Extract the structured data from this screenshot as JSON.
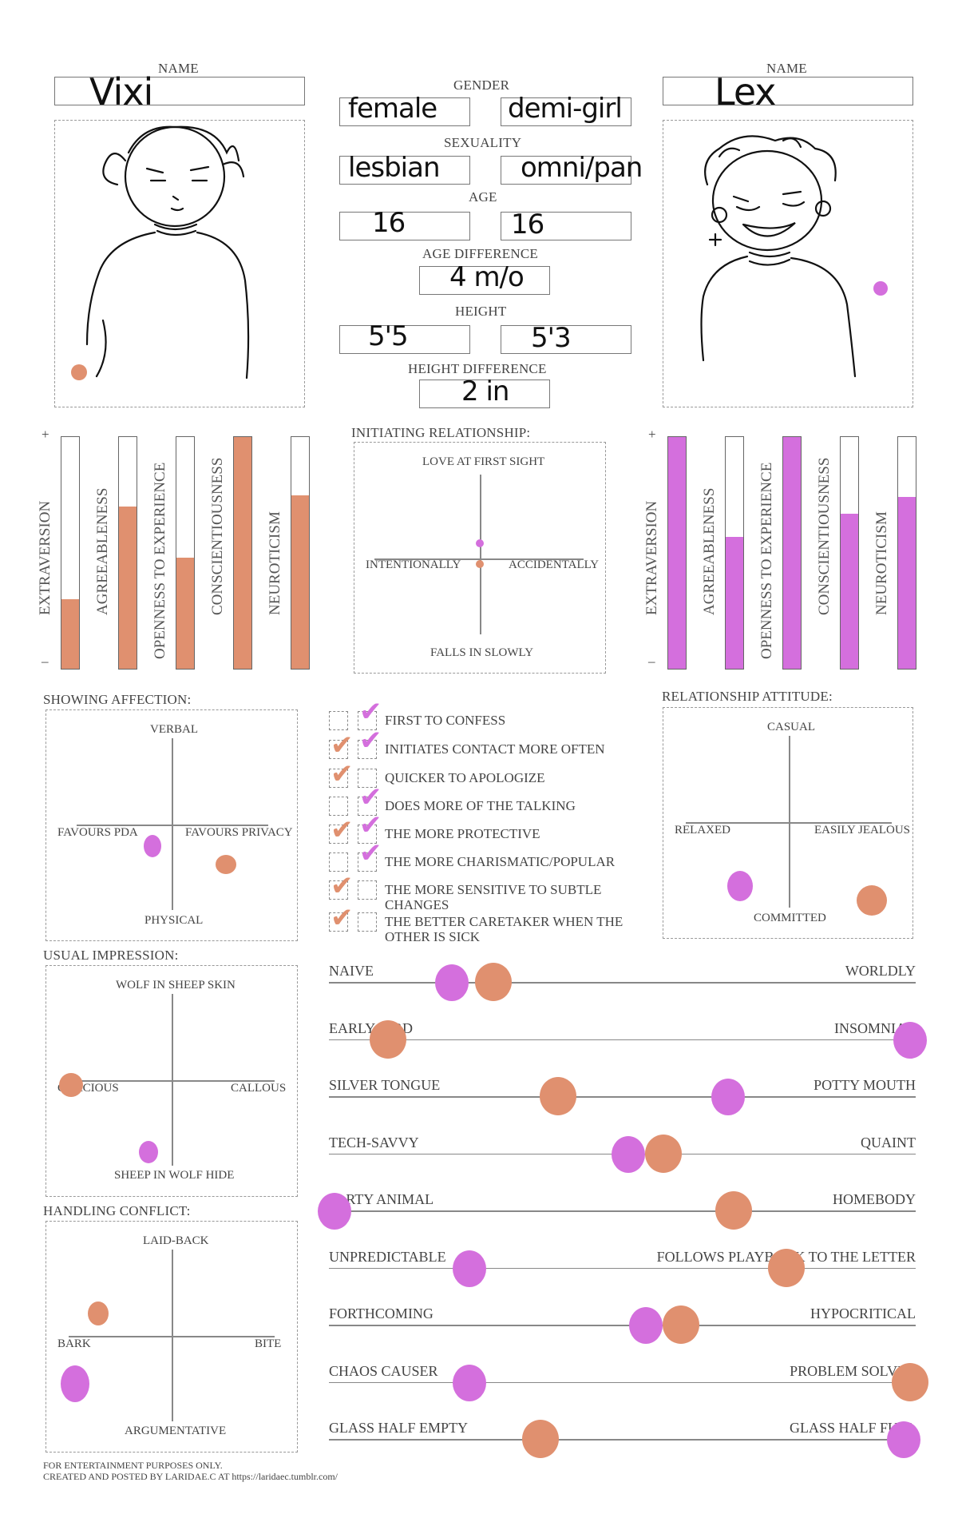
{
  "colors": {
    "orange": "#e0906f",
    "purple": "#d46fdd"
  },
  "left": {
    "name_label": "NAME",
    "name": "Vixi"
  },
  "right": {
    "name_label": "NAME",
    "name": "Lex"
  },
  "center": {
    "gender_label": "GENDER",
    "gender_left": "female",
    "gender_right": "demi-girl",
    "sexuality_label": "SEXUALITY",
    "sexuality_left": "lesbian",
    "sexuality_right": "omni/pan",
    "age_label": "AGE",
    "age_left": "16",
    "age_right": "16",
    "age_diff_label": "AGE DIFFERENCE",
    "age_diff": "4 m/o",
    "height_label": "HEIGHT",
    "height_left": "5'5",
    "height_right": "5'3",
    "height_diff_label": "HEIGHT DIFFERENCE",
    "height_diff": "2 in"
  },
  "traits": {
    "plus": "+",
    "minus": "–",
    "labels": [
      "EXTRAVERSION",
      "AGREEABLENESS",
      "OPENNESS TO EXPERIENCE",
      "CONSCIENTIOUSNESS",
      "NEUROTICISM"
    ],
    "left_levels": [
      0.3,
      0.7,
      0.48,
      1.0,
      0.75
    ],
    "right_levels": [
      1.0,
      0.57,
      1.0,
      0.67,
      0.74
    ]
  },
  "initiating": {
    "title": "INITIATING RELATIONSHIP:",
    "top": "LOVE AT FIRST SIGHT",
    "bottom": "FALLS IN SLOWLY",
    "left": "INTENTIONALLY",
    "right": "ACCIDENTALLY"
  },
  "affection": {
    "title": "SHOWING AFFECTION:",
    "top": "VERBAL",
    "bottom": "PHYSICAL",
    "left": "FAVOURS PDA",
    "right": "FAVOURS PRIVACY"
  },
  "attitude": {
    "title": "RELATIONSHIP ATTITUDE:",
    "top": "CASUAL",
    "bottom": "COMMITTED",
    "left": "RELAXED",
    "right": "EASILY JEALOUS"
  },
  "impression": {
    "title": "USUAL IMPRESSION:",
    "top": "WOLF IN SHEEP SKIN",
    "bottom": "SHEEP IN WOLF HIDE",
    "left": "GRACIOUS",
    "right": "CALLOUS"
  },
  "conflict": {
    "title": "HANDLING CONFLICT:",
    "top": "LAID-BACK",
    "bottom": "ARGUMENTATIVE",
    "left": "BARK",
    "right": "BITE"
  },
  "checklist": [
    {
      "text": "FIRST TO CONFESS",
      "left": false,
      "right": true
    },
    {
      "text": "INITIATES CONTACT MORE OFTEN",
      "left": true,
      "right": true
    },
    {
      "text": "QUICKER TO APOLOGIZE",
      "left": true,
      "right": false
    },
    {
      "text": "DOES MORE OF THE TALKING",
      "left": false,
      "right": true
    },
    {
      "text": "THE MORE PROTECTIVE",
      "left": true,
      "right": true
    },
    {
      "text": "THE MORE CHARISMATIC/POPULAR",
      "left": false,
      "right": true
    },
    {
      "text": "THE MORE SENSITIVE TO SUBTLE CHANGES",
      "left": true,
      "right": false
    },
    {
      "text": "THE BETTER CARETAKER WHEN THE OTHER IS SICK",
      "left": true,
      "right": false
    }
  ],
  "scales": [
    {
      "left": "NAIVE",
      "right": "WORLDLY",
      "orange": 0.28,
      "purple": 0.21
    },
    {
      "left": "EARLY BIRD",
      "right": "INSOMNIAC",
      "orange": 0.1,
      "purple": 0.99
    },
    {
      "left": "SILVER TONGUE",
      "right": "POTTY MOUTH",
      "orange": 0.39,
      "purple": 0.68
    },
    {
      "left": "TECH-SAVVY",
      "right": "QUAINT",
      "orange": 0.57,
      "purple": 0.51
    },
    {
      "left": "PARTY ANIMAL",
      "right": "HOMEBODY",
      "orange": 0.69,
      "purple": 0.01
    },
    {
      "left": "UNPREDICTABLE",
      "right": "FOLLOWS PLAYBOOK TO THE LETTER",
      "orange": 0.78,
      "purple": 0.24
    },
    {
      "left": "FORTHCOMING",
      "right": "HYPOCRITICAL",
      "orange": 0.6,
      "purple": 0.54
    },
    {
      "left": "CHAOS CAUSER",
      "right": "PROBLEM SOLVER",
      "orange": 0.99,
      "purple": 0.24
    },
    {
      "left": "GLASS HALF EMPTY",
      "right": "GLASS HALF FULL",
      "orange": 0.36,
      "purple": 0.98
    }
  ],
  "footer": {
    "line1": "FOR ENTERTAINMENT PURPOSES ONLY.",
    "line2": "CREATED AND POSTED BY LARIDAE.C AT https://laridaec.tumblr.com/"
  }
}
